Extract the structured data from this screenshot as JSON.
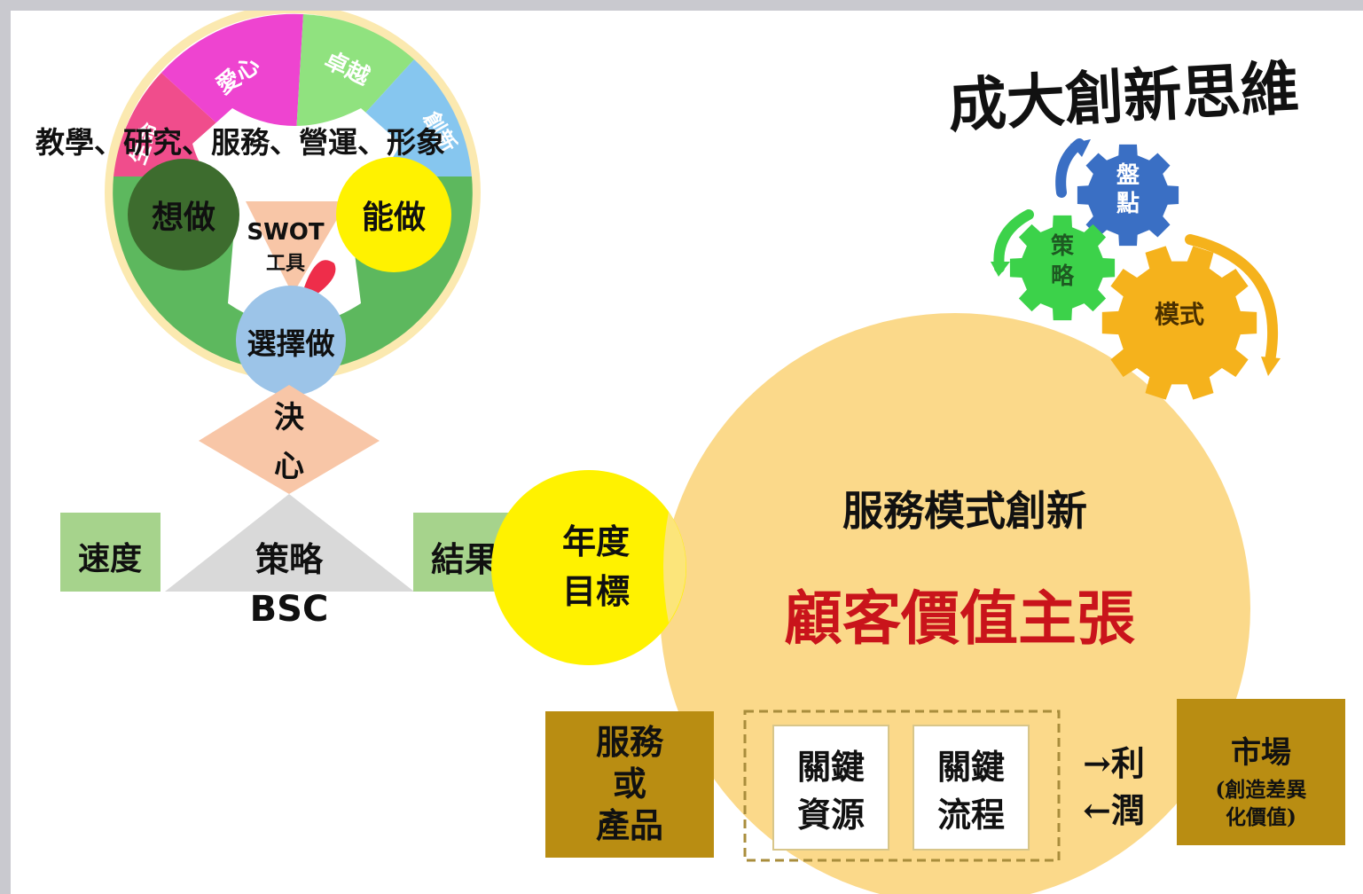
{
  "title": "成大創新思維",
  "wheel": {
    "segments": [
      "生命",
      "愛心",
      "卓越",
      "創新"
    ],
    "banner": "教學、研究、服務、營運、形象",
    "want": "想做",
    "can": "能做",
    "swot": "SWOT",
    "tool": "工具",
    "choose": "選擇做"
  },
  "resolve": [
    "決",
    "心"
  ],
  "bsc": {
    "speed": "速度",
    "strategy": "策略",
    "label": "BSC",
    "result": "結果"
  },
  "annual": [
    "年度",
    "目標"
  ],
  "gears": {
    "inventory": [
      "盤",
      "點"
    ],
    "strategy": [
      "策",
      "略"
    ],
    "model": "模式"
  },
  "big": {
    "heading": "服務模式創新",
    "value": "顧客價值主張"
  },
  "bottom": {
    "product": [
      "服務",
      "或",
      "產品"
    ],
    "resources": [
      "關鍵",
      "資源"
    ],
    "process": [
      "關鍵",
      "流程"
    ],
    "profit": [
      "→利",
      "←潤"
    ],
    "market": "市場",
    "market_sub": [
      "(創造差異",
      "化價值)"
    ]
  },
  "colors": {
    "wheel_pink": "#e63fc4",
    "wheel_magenta": "#ff4da6",
    "wheel_lightgreen": "#8ee07d",
    "wheel_blue": "#7ec1ee",
    "wheel_green": "#5cb85c",
    "peach": "#f7c4a5",
    "yellow": "#fff200",
    "big_circle": "#fbd98a",
    "olive": "#b98d12",
    "gear_blue": "#3a6fc4",
    "gear_green": "#3cd24a",
    "gear_orange": "#f5b21c",
    "value_red": "#c9141b"
  }
}
